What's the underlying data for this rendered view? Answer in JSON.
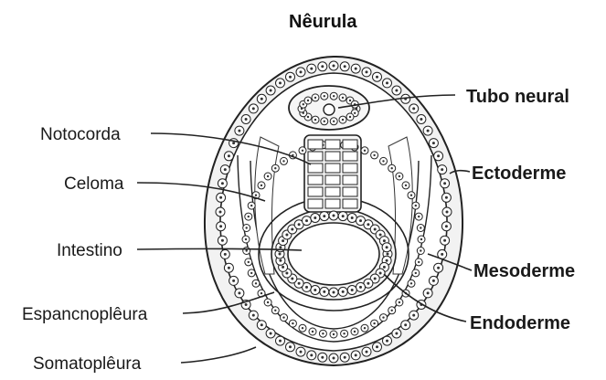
{
  "title": "Nêurula",
  "labels": {
    "left": [
      "Notocorda",
      "Celoma",
      "Intestino",
      "Espancnoplêura",
      "Somatoplêura"
    ],
    "right": [
      "Tubo neural",
      "Ectoderme",
      "Mesoderme",
      "Endoderme"
    ]
  },
  "colors": {
    "outline": "#222222",
    "cell_fill": "#ffffff",
    "background": "#ffffff"
  }
}
